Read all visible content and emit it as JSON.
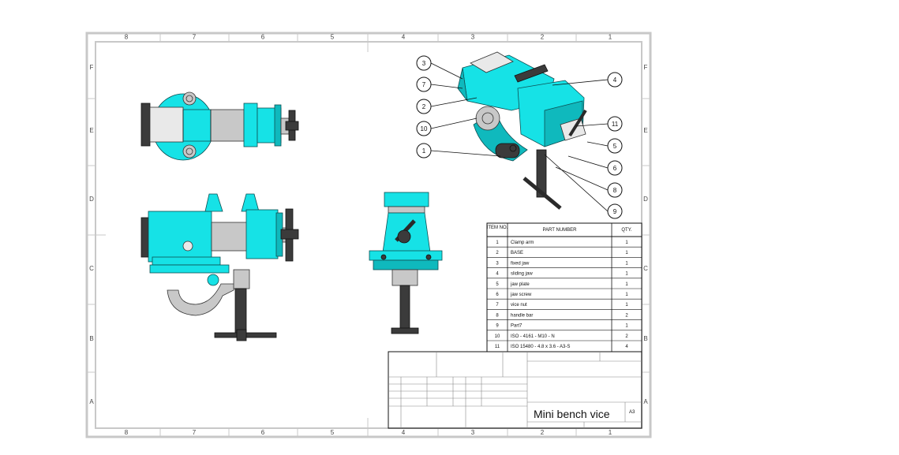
{
  "sheet": {
    "col_labels": [
      "8",
      "7",
      "6",
      "5",
      "4",
      "3",
      "2",
      "1"
    ],
    "row_labels": [
      "F",
      "E",
      "D",
      "C",
      "B",
      "A"
    ]
  },
  "balloons": [
    "3",
    "7",
    "2",
    "10",
    "1",
    "4",
    "11",
    "5",
    "6",
    "8",
    "9"
  ],
  "bom": {
    "headers": [
      "ITEM NO.",
      "PART NUMBER",
      "QTY."
    ],
    "rows": [
      {
        "item": "1",
        "part": "Clamp arm",
        "qty": "1"
      },
      {
        "item": "2",
        "part": "BASE",
        "qty": "1"
      },
      {
        "item": "3",
        "part": "fixed jaw",
        "qty": "1"
      },
      {
        "item": "4",
        "part": "sliding jaw",
        "qty": "1"
      },
      {
        "item": "5",
        "part": "jaw plate",
        "qty": "1"
      },
      {
        "item": "6",
        "part": "jaw screw",
        "qty": "1"
      },
      {
        "item": "7",
        "part": "vice nut",
        "qty": "1"
      },
      {
        "item": "8",
        "part": "handle bar",
        "qty": "2"
      },
      {
        "item": "9",
        "part": "Part7",
        "qty": "1"
      },
      {
        "item": "10",
        "part": "ISO - 4161 - M10 - N",
        "qty": "2"
      },
      {
        "item": "11",
        "part": "ISO 15480 - 4.8 x 3.6 - A3-S",
        "qty": "4"
      }
    ]
  },
  "title_block": {
    "title": "Mini bench vice",
    "size": "A3"
  }
}
